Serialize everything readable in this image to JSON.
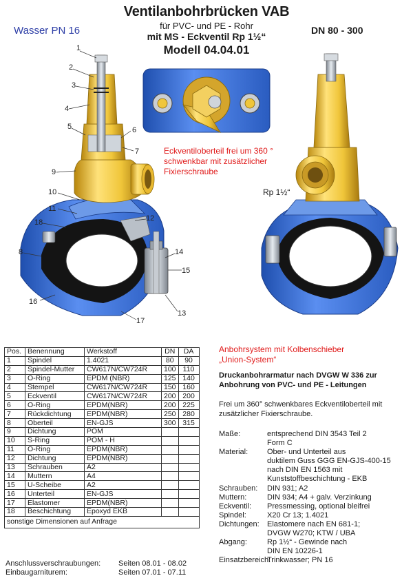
{
  "header": {
    "title": "Ventilanbohrbrücken VAB",
    "subtitle1": "für PVC- und PE - Rohr",
    "subtitle2": "mit MS - Eckventil Rp 1½“",
    "model": "Modell 04.04.01",
    "wasser": "Wasser PN 16",
    "dn_range": "DN 80 - 300"
  },
  "figure": {
    "note": "Eckventiloberteil frei um 360 ° schwenkbar mit zusätzlicher Fixierschraube",
    "rp_label": "Rp 1½“",
    "callouts": [
      "1",
      "2",
      "3",
      "4",
      "5",
      "6",
      "7",
      "9",
      "10",
      "11",
      "18",
      "12",
      "8",
      "14",
      "15",
      "16",
      "17",
      "13"
    ]
  },
  "colors": {
    "brass": "#f0c63a",
    "body_blue": "#3f74d6",
    "inner_black": "#141414",
    "steel": "#b9c0c8",
    "note_red": "#e01a1a",
    "wasser_blue": "#2d3ea6"
  },
  "table": {
    "headers": [
      "Pos.",
      "Benennung",
      "Werkstoff",
      "DN",
      "DA"
    ],
    "rows": [
      [
        "1",
        "Spindel",
        "1.4021",
        "80",
        "90"
      ],
      [
        "2",
        "Spindel-Mutter",
        "CW617N/CW724R",
        "100",
        "110"
      ],
      [
        "3",
        "O-Ring",
        "EPDM (NBR)",
        "125",
        "140"
      ],
      [
        "4",
        "Stempel",
        "CW617N/CW724R",
        "150",
        "160"
      ],
      [
        "5",
        "Eckventil",
        "CW617N/CW724R",
        "200",
        "200"
      ],
      [
        "6",
        "O-Ring",
        "EPDM(NBR)",
        "200",
        "225"
      ],
      [
        "7",
        "Rückdichtung",
        "EPDM(NBR)",
        "250",
        "280"
      ],
      [
        "8",
        "Oberteil",
        "EN-GJS",
        "300",
        "315"
      ],
      [
        "9",
        "Dichtung",
        "POM",
        "",
        ""
      ],
      [
        "10",
        "S-Ring",
        "POM - H",
        "",
        ""
      ],
      [
        "11",
        "O-Ring",
        "EPDM(NBR)",
        "",
        ""
      ],
      [
        "12",
        "Dichtung",
        "EPDM(NBR)",
        "",
        ""
      ],
      [
        "13",
        "Schrauben",
        "A2",
        "",
        ""
      ],
      [
        "14",
        "Muttern",
        "A4",
        "",
        ""
      ],
      [
        "15",
        "U-Scheibe",
        "A2",
        "",
        ""
      ],
      [
        "16",
        "Unterteil",
        "EN-GJS",
        "",
        ""
      ],
      [
        "17",
        "Elastomer",
        "EPDM(NBR)",
        "",
        ""
      ],
      [
        "18",
        "Beschichtung",
        "Epoxyd EKB",
        "",
        ""
      ]
    ],
    "footer": "sonstige Dimensionen auf Anfrage"
  },
  "refs": {
    "line1_label": "Anschlussverschraubungen:",
    "line1_value": "Seiten  08.01 - 08.02",
    "line2_label": "Einbaugarniturem:",
    "line2_value": "Seiten  07.01 - 07.11"
  },
  "info": {
    "head_line1": "Anbohrsystem mit Kolbenschieber",
    "head_line2": "„Union-System“",
    "bold_line1": "Druckanbohrarmatur nach DVGW W 336  zur",
    "bold_line2": "Anbohrung von PVC- und PE - Leitungen",
    "free_line1": "Frei um 360° schwenkbares Eckventiloberteil mit",
    "free_line2": "zusätzlicher Fixierschraube.",
    "specs": [
      {
        "k": "Maße:",
        "v": [
          "entsprechend DIN 3543 Teil 2",
          "Form C"
        ]
      },
      {
        "k": "Material:",
        "v": [
          "Ober- und Unterteil aus",
          "duktilem Guss GGG  EN-GJS-400-15",
          "nach DIN EN 1563 mit",
          "Kunststoffbeschichtung - EKB"
        ]
      },
      {
        "k": "Schrauben:",
        "v": [
          "DIN 931; A2"
        ]
      },
      {
        "k": "Muttern:",
        "v": [
          "DIN 934; A4 + galv. Verzinkung"
        ]
      },
      {
        "k": "Eckventil:",
        "v": [
          "Pressmessing, optional bleifrei"
        ]
      },
      {
        "k": "Spindel:",
        "v": [
          "X20 Cr 13; 1.4021"
        ]
      },
      {
        "k": "Dichtungen:",
        "v": [
          "Elastomere nach EN 681-1;",
          "DVGW W270;  KTW / UBA"
        ]
      },
      {
        "k": "Abgang:",
        "v": [
          "Rp 1½“ - Gewinde nach",
          "DIN EN 10226-1"
        ]
      },
      {
        "k": "Einsatzbereich:",
        "v": [
          "Trinkwasser;  PN 16"
        ]
      }
    ]
  }
}
